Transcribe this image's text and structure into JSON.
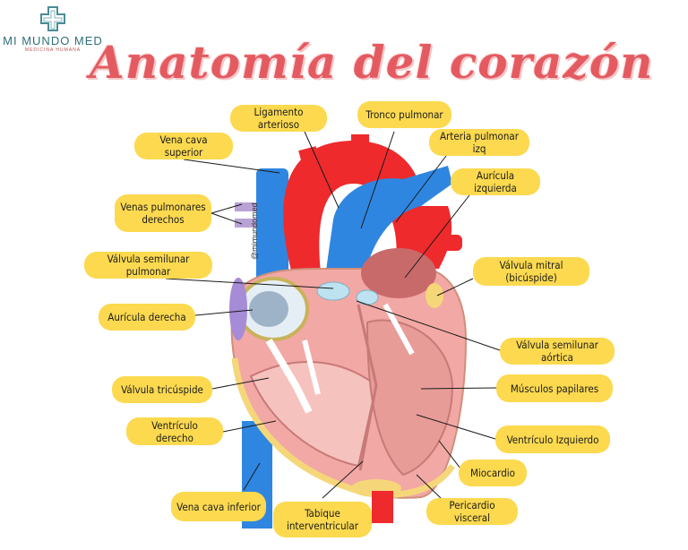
{
  "brand": {
    "name": "MI MUNDO MED",
    "tagline": "MEDICINA HUMANA",
    "color": "#2f6f7a"
  },
  "title": "Anatomía del corazón",
  "watermark": "@mimundomed",
  "colors": {
    "label_fill": "#fcd94f",
    "title": "#e35b61",
    "artery_red": "#ee2a2d",
    "vein_blue": "#2f86e0",
    "myocardium": "#f2a8a4"
  },
  "labels": {
    "ligamento_arterioso": "Ligamento arterioso",
    "tronco_pulmonar": "Tronco pulmonar",
    "vena_cava_superior": "Vena cava superior",
    "arteria_pulmonar_izq": "Arteria pulmonar izq",
    "auricula_izquierda": "Aurícula izquierda",
    "venas_pulmonares_derechos": "Venas pulmonares derechos",
    "valvula_semilunar_pulmonar": "Válvula semilunar pulmonar",
    "valvula_mitral": "Válvula mitral (bicúspide)",
    "auricula_derecha": "Aurícula derecha",
    "valvula_semilunar_aortica": "Válvula semilunar aórtica",
    "valvula_tricuspide": "Válvula tricúspide",
    "musculos_papilares": "Músculos papilares",
    "ventriculo_derecho": "Ventrículo derecho",
    "ventriculo_izquierdo": "Ventrículo Izquierdo",
    "miocardio": "Miocardio",
    "vena_cava_inferior": "Vena cava inferior",
    "tabique_interventricular": "Tabique interventricular",
    "pericardio_visceral": "Pericardio visceral"
  }
}
